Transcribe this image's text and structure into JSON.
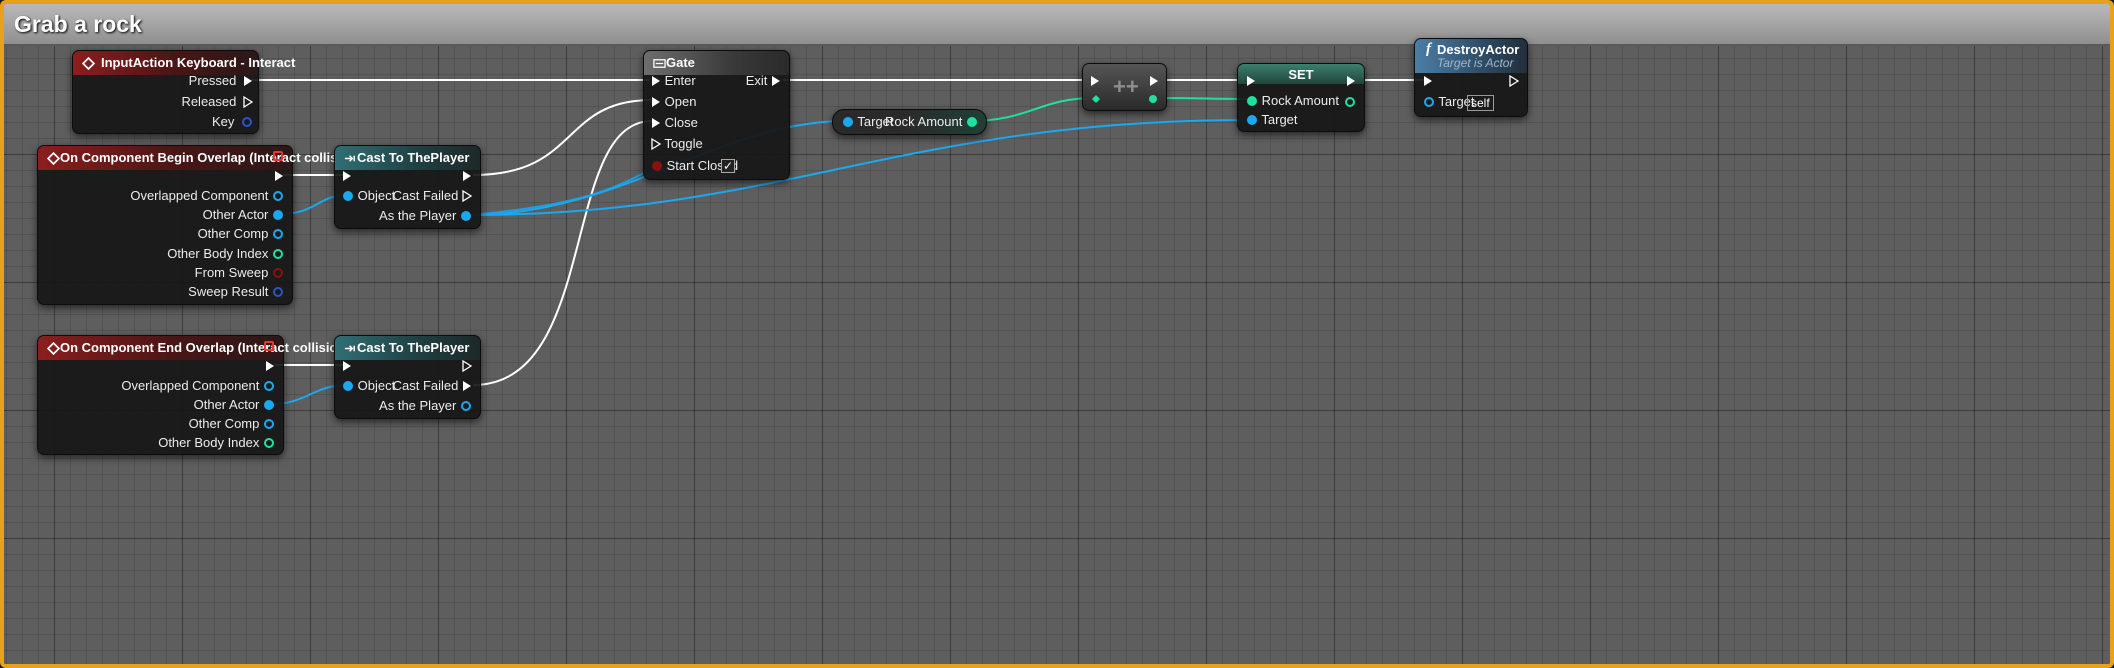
{
  "graph": {
    "title": "Grab a rock"
  },
  "nodes": {
    "input_action": {
      "title": "InputAction Keyboard - Interact",
      "pins": {
        "pressed": "Pressed",
        "released": "Released",
        "key": "Key"
      }
    },
    "begin_overlap": {
      "title": "On Component Begin Overlap (Interact collision)",
      "pins": {
        "overlapped_component": "Overlapped Component",
        "other_actor": "Other Actor",
        "other_comp": "Other Comp",
        "other_body_index": "Other Body Index",
        "from_sweep": "From Sweep",
        "sweep_result": "Sweep Result"
      }
    },
    "end_overlap": {
      "title": "On Component End Overlap (Interact collision)",
      "pins": {
        "overlapped_component": "Overlapped Component",
        "other_actor": "Other Actor",
        "other_comp": "Other Comp",
        "other_body_index": "Other Body Index"
      }
    },
    "cast_1": {
      "title": "Cast To ThePlayer",
      "pins": {
        "object": "Object",
        "cast_failed": "Cast Failed",
        "as_the_player": "As the Player"
      }
    },
    "cast_2": {
      "title": "Cast To ThePlayer",
      "pins": {
        "object": "Object",
        "cast_failed": "Cast Failed",
        "as_the_player": "As the Player"
      }
    },
    "gate": {
      "title": "Gate",
      "pins": {
        "enter": "Enter",
        "open": "Open",
        "close": "Close",
        "toggle": "Toggle",
        "start_closed": "Start Closed",
        "exit": "Exit"
      },
      "start_closed_checked": true
    },
    "get_rock": {
      "pins": {
        "target": "Target",
        "rock_amount": "Rock Amount"
      }
    },
    "increment": {
      "symbol": "++"
    },
    "set": {
      "title": "SET",
      "pins": {
        "rock_amount": "Rock Amount",
        "target": "Target"
      }
    },
    "destroy_actor": {
      "title": "DestroyActor",
      "subtitle": "Target is Actor",
      "pins": {
        "target": "Target"
      },
      "target_default": "self",
      "func_symbol": "f"
    }
  },
  "colors": {
    "exec": "#ffffff",
    "object_pin": "#1aa8f0",
    "int_pin": "#1fe0a0",
    "bool_pin": "#8c1010",
    "frame_border": "#e8a21a"
  },
  "icons": {
    "event": "diamond-event-icon",
    "cast": "cast-arrow-icon",
    "gate": "gate-icon",
    "function": "function-icon",
    "delegate": "delegate-icon"
  }
}
